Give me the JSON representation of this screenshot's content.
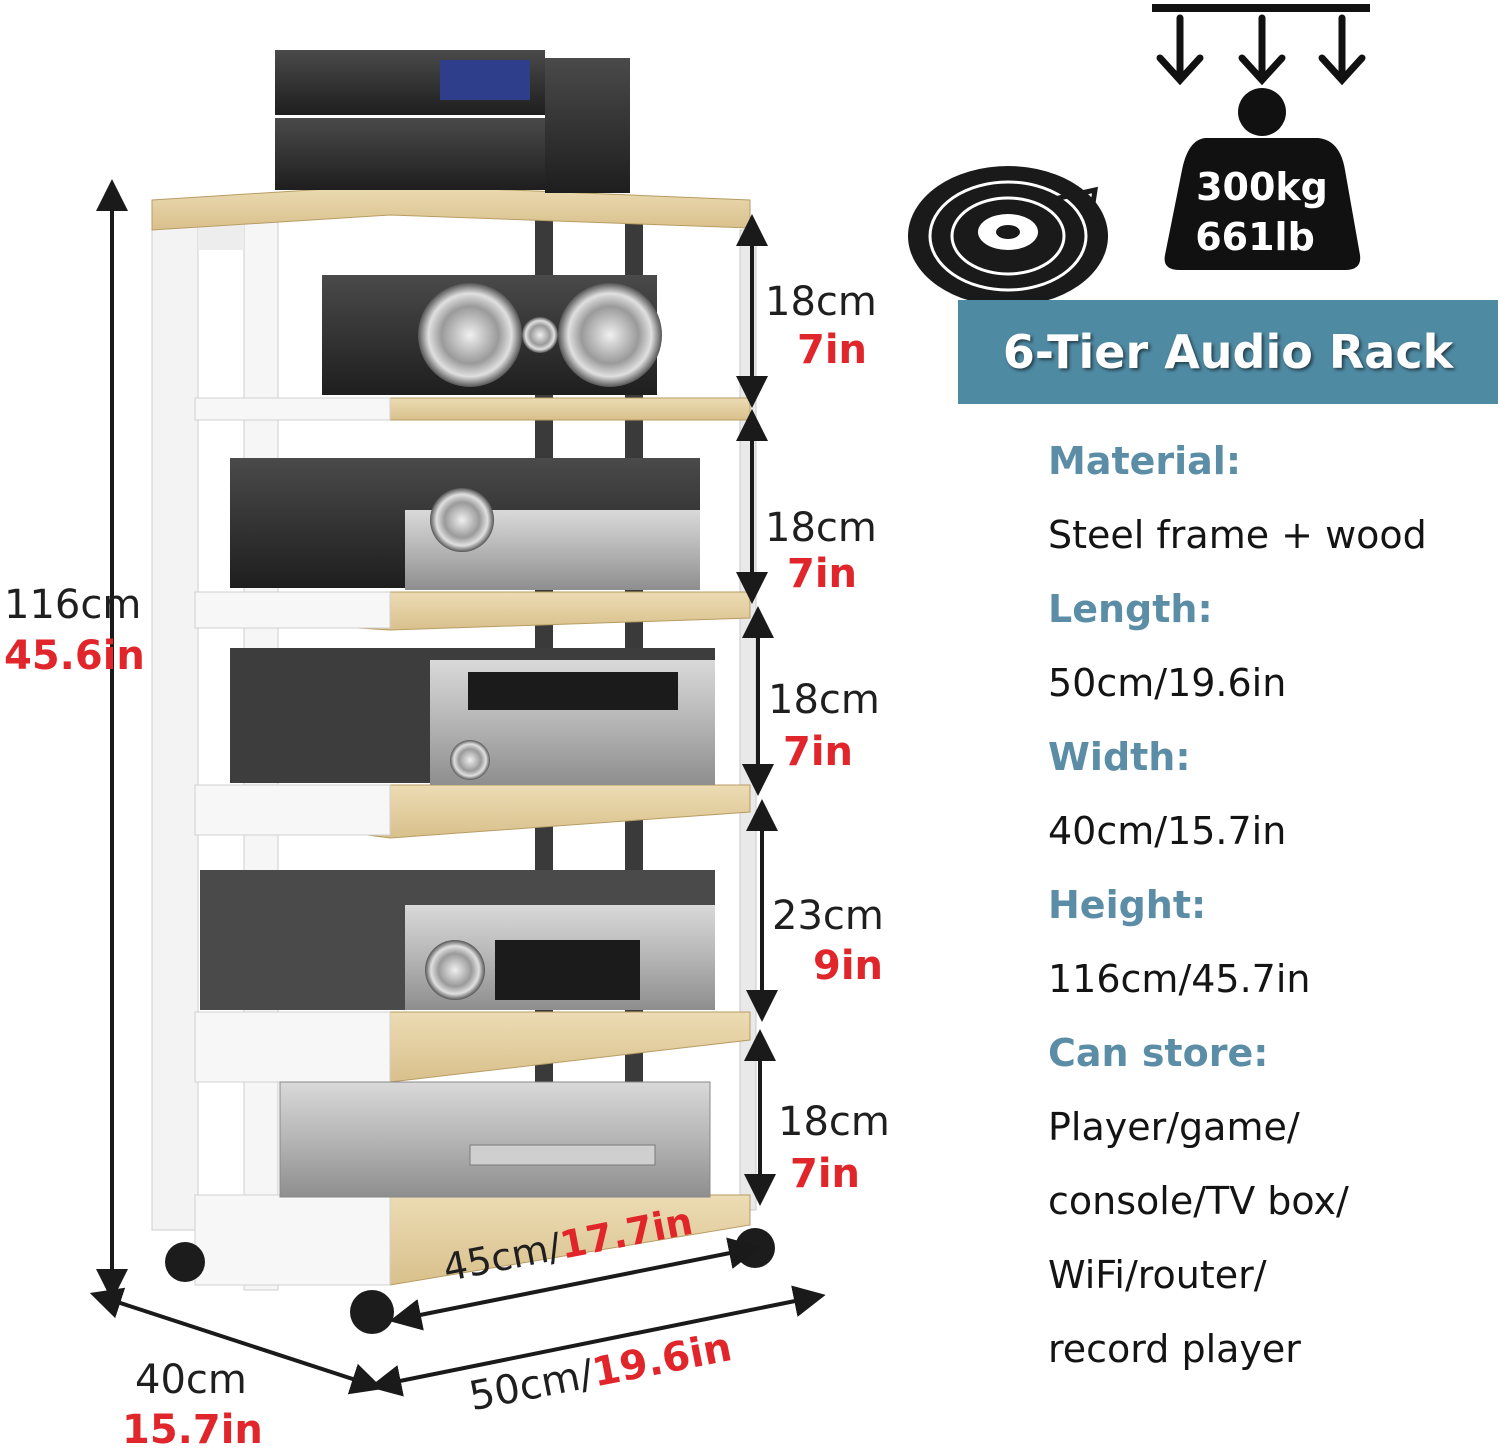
{
  "dimensions": {
    "total_height": {
      "cm": "116cm",
      "in": "45.6in"
    },
    "tiers": [
      {
        "cm": "18cm",
        "in": "7in"
      },
      {
        "cm": "18cm",
        "in": "7in"
      },
      {
        "cm": "18cm",
        "in": "7in"
      },
      {
        "cm": "23cm",
        "in": "9in"
      },
      {
        "cm": "18cm",
        "in": "7in"
      }
    ],
    "depth": {
      "cm": "40cm",
      "in": "15.7in"
    },
    "inner_width": {
      "cm": "45cm/",
      "in": "17.7in"
    },
    "length": {
      "cm": "50cm/",
      "in": "19.6in"
    }
  },
  "weight": {
    "kg": "300kg",
    "lb": "661lb"
  },
  "title": "6-Tier Audio Rack",
  "specs": {
    "material_label": "Material:",
    "material_value": "Steel frame + wood",
    "length_label": "Length:",
    "length_value": "50cm/19.6in",
    "width_label": "Width:",
    "width_value": "40cm/15.7in",
    "height_label": "Height:",
    "height_value": "116cm/45.7in",
    "store_label": "Can store:",
    "store_lines": [
      "Player/game/",
      "console/TV box/",
      "WiFi/router/",
      "record player"
    ]
  },
  "icons": [
    "weight-icon",
    "record-icon",
    "arrow-down-icon"
  ],
  "colors": {
    "accent": "#4f8aa3",
    "label": "#5b8ea6",
    "inch": "#e0262a",
    "wood": "#e6d2a6",
    "frame": "#f1f1f1"
  }
}
